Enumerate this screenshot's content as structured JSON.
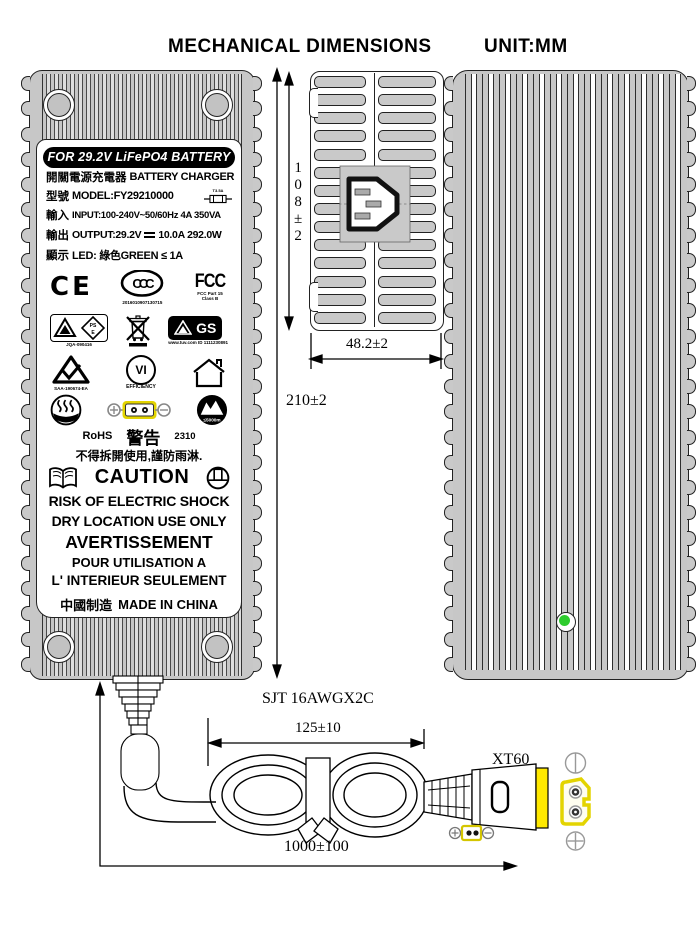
{
  "header": {
    "title": "MECHANICAL DIMENSIONS",
    "unit": "UNIT:MM"
  },
  "label": {
    "banner": "FOR 29.2V LiFePO4 BATTERY",
    "line1_zh": "開關電源充電器",
    "line1_en": "BATTERY CHARGER",
    "line2_zh": "型號",
    "line2_en": "MODEL:FY29210000",
    "line3_zh": "輸入",
    "line3_en": "INPUT:100-240V~50/60Hz 4A 350VA",
    "line4_zh": "輸出",
    "line4_pre": "OUTPUT:29.2V",
    "line4_post": "10.0A 292.0W",
    "line5_zh": "顯示",
    "line5_en": "LED: 綠色GREEN ≤ 1A",
    "fuse": "T3.5A",
    "marks": {
      "ce": "CE",
      "ccc": "CCC",
      "ccc_sub": "2016010907130715",
      "fcc": "FCC",
      "fcc_sub1": "FCC Part 15",
      "fcc_sub2": "Class B",
      "pse": "PS E",
      "pse_sub": "JQA-090416",
      "gs": "GS",
      "gs_sub": "www.tuv.com ID 1111230891",
      "rcm_sub": "SAA-190674-EA",
      "vi": "VI",
      "vi_sub": "EFFICIENCY",
      "altitude": "≤5000m"
    },
    "rohs": "RoHS",
    "warn_zh": "警告",
    "date_code": "2310",
    "no_open": "不得拆開使用,謹防雨淋.",
    "caution": "CAUTION",
    "risk": "RISK OF ELECTRIC SHOCK",
    "dry": "DRY LOCATION USE ONLY",
    "avert": "AVERTISSEMENT",
    "fr1": "POUR UTILISATION A",
    "fr2": "L' INTERIEUR SEULEMENT",
    "made_zh": "中國制造",
    "made_en": "MADE IN CHINA"
  },
  "dimensions": {
    "height": "210±2",
    "depth": "108±2",
    "width": "48.2±2",
    "cable_lead": "125±10",
    "cable_total": "1000±100"
  },
  "cable": {
    "spec": "SJT  16AWGX2C",
    "connector": "XT60"
  },
  "colors": {
    "rib_gray": "#c7c7c7",
    "xt60_yellow": "#f0e000",
    "led_green": "#2ecc2e"
  }
}
